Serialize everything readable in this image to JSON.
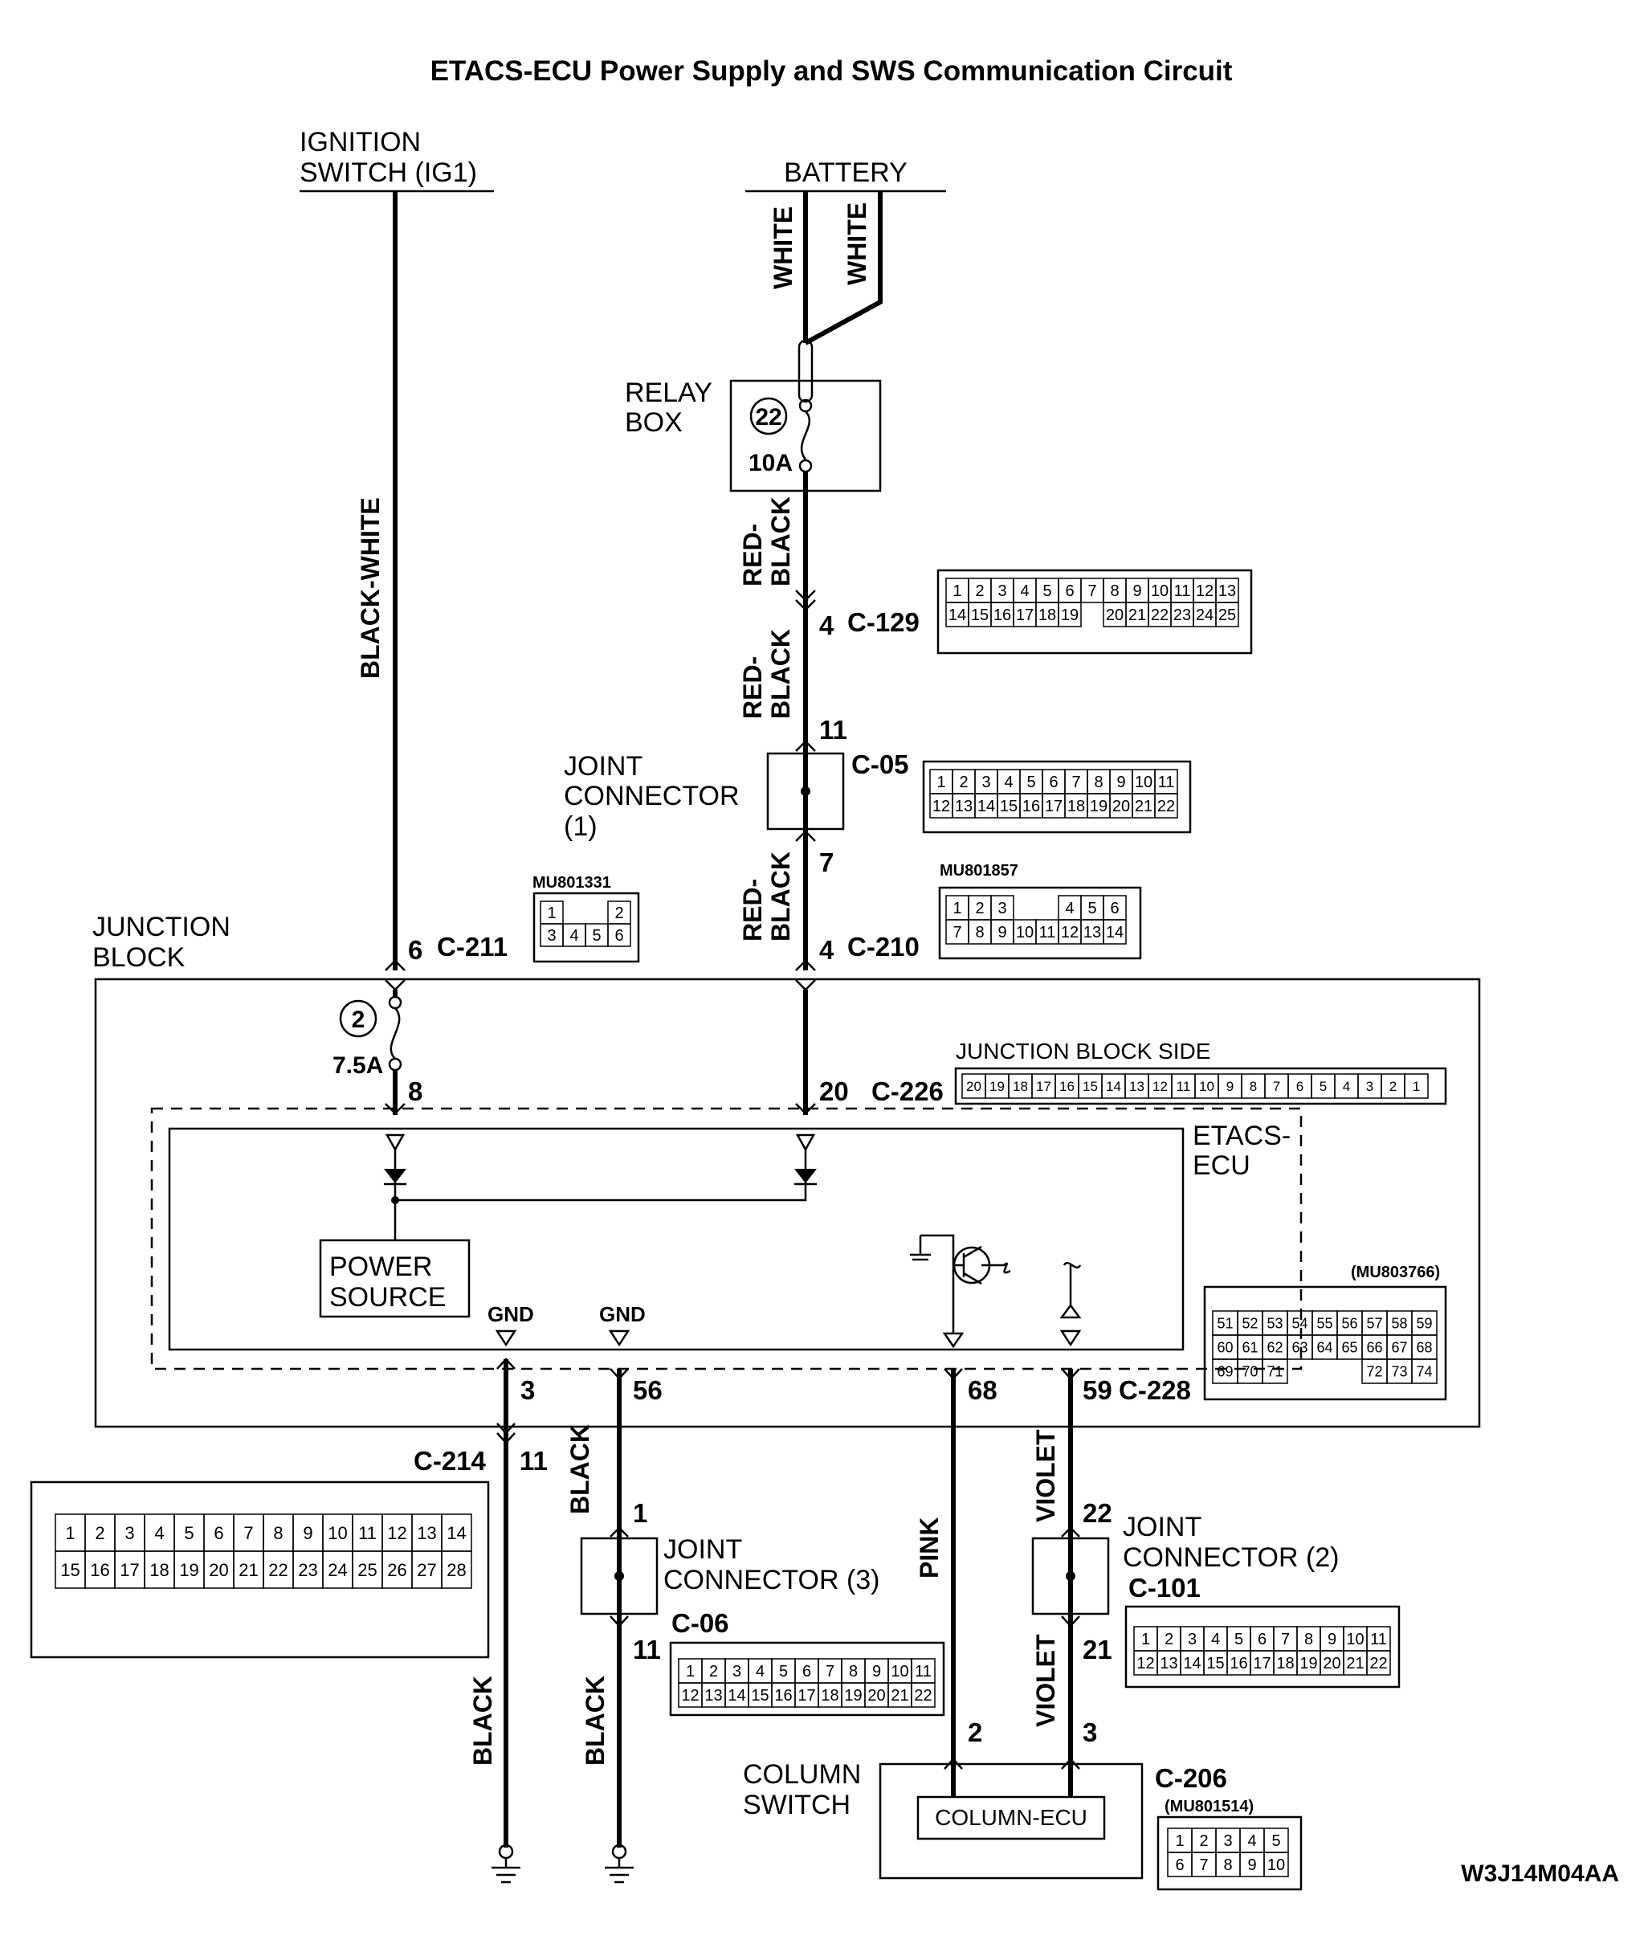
{
  "diagram": {
    "title": "ETACS-ECU Power Supply and SWS Communication Circuit",
    "code": "W3J14M04AA"
  },
  "sources": {
    "ignition_line1": "IGNITION",
    "ignition_line2": "SWITCH (IG1)",
    "battery": "BATTERY"
  },
  "relay_box": {
    "line1": "RELAY",
    "line2": "BOX",
    "fuse_no": "22",
    "fuse_rating": "10A"
  },
  "junction_block": {
    "line1": "JUNCTION",
    "line2": "BLOCK",
    "fuse_no": "2",
    "fuse_rating": "7.5A",
    "side_label": "JUNCTION BLOCK SIDE"
  },
  "etacs": {
    "line1": "ETACS-",
    "line2": "ECU",
    "power_line1": "POWER",
    "power_line2": "SOURCE",
    "gnd": "GND"
  },
  "joints": {
    "jc1_line1": "JOINT",
    "jc1_line2": "CONNECTOR",
    "jc1_line3": "(1)",
    "jc3_line1": "JOINT",
    "jc3_line2": "CONNECTOR (3)",
    "jc2_line1": "JOINT",
    "jc2_line2": "CONNECTOR (2)"
  },
  "column_switch": {
    "line1": "COLUMN",
    "line2": "SWITCH",
    "ecu": "COLUMN-ECU"
  },
  "wire_colors": {
    "white": "WHITE",
    "black_white": "BLACK-WHITE",
    "red": "RED-",
    "black": "BLACK",
    "pink": "PINK",
    "violet": "VIOLET"
  },
  "connectors": {
    "c129": "C-129",
    "c05": "C-05",
    "c211": "C-211",
    "c210": "C-210",
    "c226": "C-226",
    "c228": "C-228",
    "c214": "C-214",
    "c06": "C-06",
    "c101": "C-101",
    "c206": "C-206"
  },
  "part_numbers": {
    "mu801331": "MU801331",
    "mu801857": "MU801857",
    "mu803766": "(MU803766)",
    "mu801514": "(MU801514)"
  },
  "pins": {
    "c129": "4",
    "c05_in": "11",
    "c05_out": "7",
    "c211": "6",
    "c210": "4",
    "fuse_out": "8",
    "c226": "20",
    "gnd1": "3",
    "gnd2": "56",
    "c228_a": "68",
    "c228_b": "59",
    "c214": "11",
    "jc3_in": "1",
    "jc3_out": "11",
    "jc2_in": "22",
    "jc2_out": "21",
    "col_a": "2",
    "col_b": "3"
  },
  "grids": {
    "c129": [
      [
        "1",
        "2",
        "3",
        "4",
        "5",
        "6",
        "7",
        "8",
        "9",
        "10",
        "11",
        "12",
        "13"
      ],
      [
        "14",
        "15",
        "16",
        "17",
        "18",
        "19",
        "",
        "20",
        "21",
        "22",
        "23",
        "24",
        "25"
      ]
    ],
    "c05": [
      [
        "1",
        "2",
        "3",
        "4",
        "5",
        "6",
        "7",
        "8",
        "9",
        "10",
        "11"
      ],
      [
        "12",
        "13",
        "14",
        "15",
        "16",
        "17",
        "18",
        "19",
        "20",
        "21",
        "22"
      ]
    ],
    "mu801331": [
      [
        "1",
        "",
        "",
        "2"
      ],
      [
        "3",
        "4",
        "5",
        "6"
      ]
    ],
    "mu801857": [
      [
        "1",
        "2",
        "3",
        "",
        "",
        "4",
        "5",
        "6"
      ],
      [
        "7",
        "8",
        "9",
        "10",
        "11",
        "12",
        "13",
        "14"
      ]
    ],
    "c226": [
      [
        "20",
        "19",
        "18",
        "17",
        "16",
        "15",
        "14",
        "13",
        "12",
        "11",
        "10",
        "9",
        "8",
        "7",
        "6",
        "5",
        "4",
        "3",
        "2",
        "1"
      ]
    ],
    "mu803766": [
      [
        "51",
        "52",
        "53",
        "54",
        "55",
        "56",
        "57",
        "58",
        "59"
      ],
      [
        "60",
        "61",
        "62",
        "63",
        "64",
        "65",
        "66",
        "67",
        "68"
      ],
      [
        "69",
        "70",
        "71",
        "",
        "",
        "",
        "72",
        "73",
        "74"
      ]
    ],
    "c214": [
      [
        "1",
        "2",
        "3",
        "4",
        "5",
        "6",
        "7",
        "8",
        "9",
        "10",
        "11",
        "12",
        "13",
        "14"
      ],
      [
        "15",
        "16",
        "17",
        "18",
        "19",
        "20",
        "21",
        "22",
        "23",
        "24",
        "25",
        "26",
        "27",
        "28"
      ]
    ],
    "c06": [
      [
        "1",
        "2",
        "3",
        "4",
        "5",
        "6",
        "7",
        "8",
        "9",
        "10",
        "11"
      ],
      [
        "12",
        "13",
        "14",
        "15",
        "16",
        "17",
        "18",
        "19",
        "20",
        "21",
        "22"
      ]
    ],
    "c101": [
      [
        "1",
        "2",
        "3",
        "4",
        "5",
        "6",
        "7",
        "8",
        "9",
        "10",
        "11"
      ],
      [
        "12",
        "13",
        "14",
        "15",
        "16",
        "17",
        "18",
        "19",
        "20",
        "21",
        "22"
      ]
    ],
    "mu801514": [
      [
        "1",
        "2",
        "3",
        "4",
        "5"
      ],
      [
        "6",
        "7",
        "8",
        "9",
        "10"
      ]
    ]
  }
}
